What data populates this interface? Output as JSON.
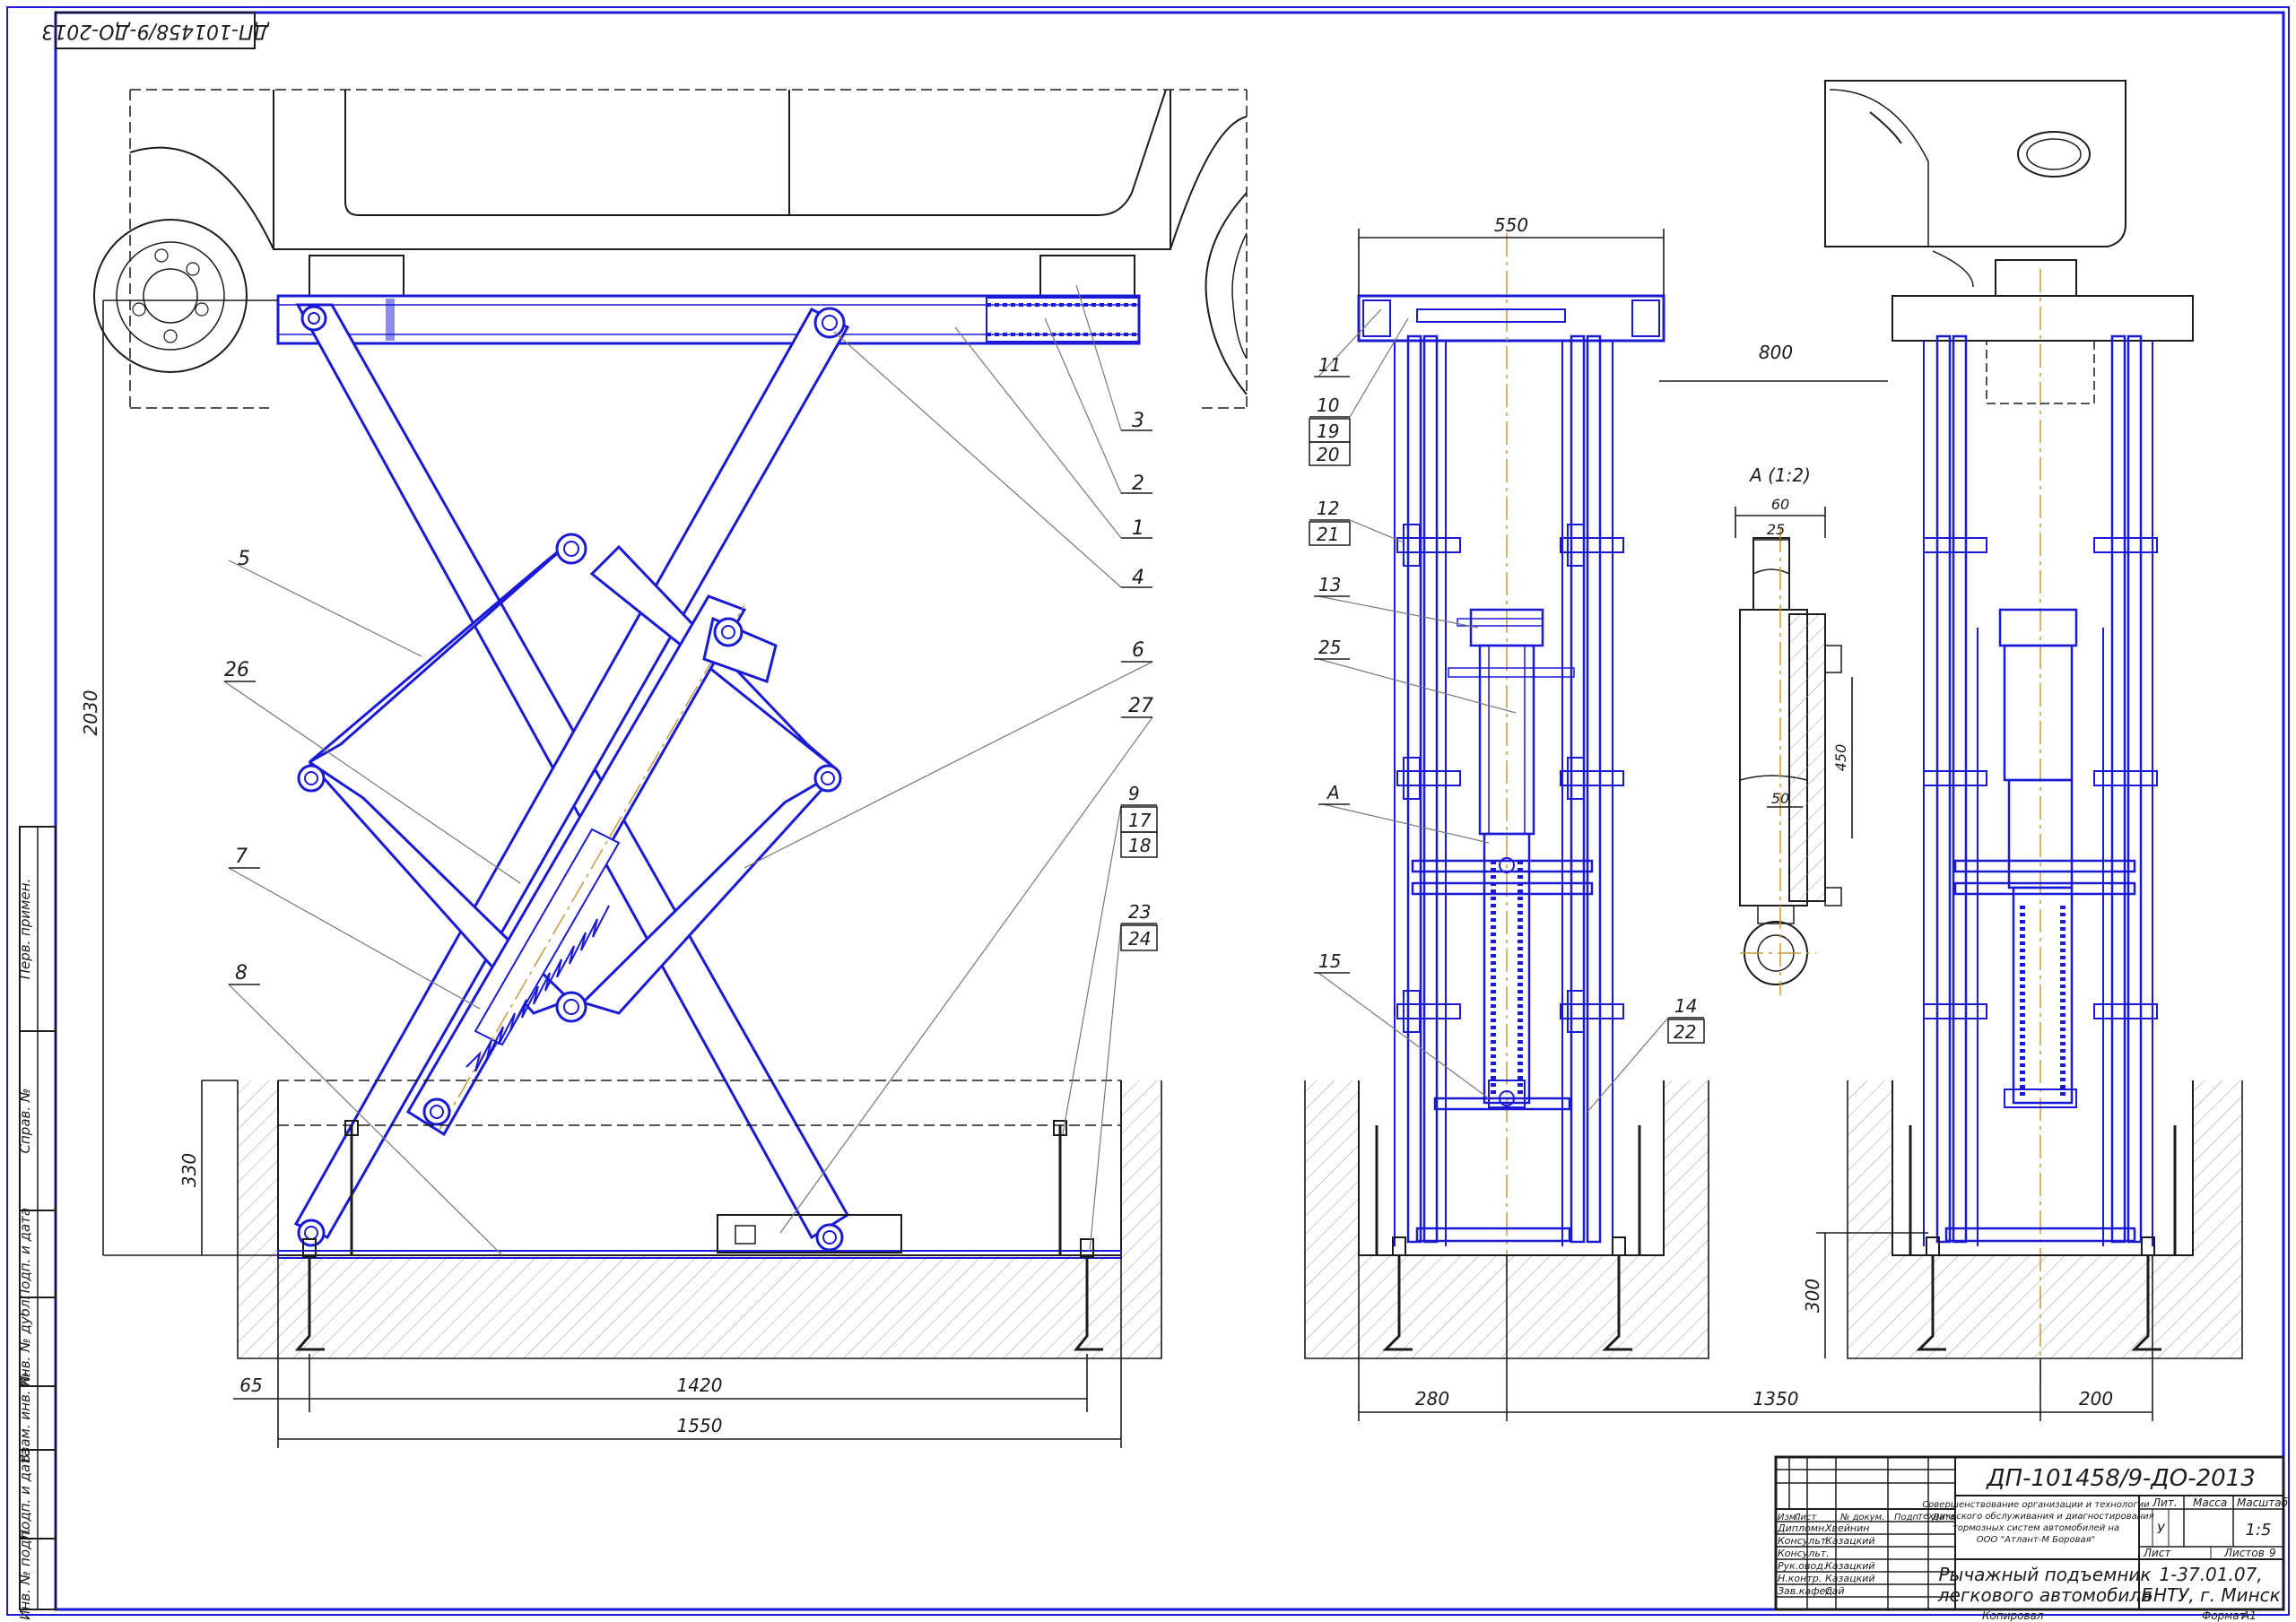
{
  "drawing_code": "ДП-101458/9-ДО-2013",
  "corner_code": "ДП-101458/9-ДО-2013",
  "title_block": {
    "header": [
      "Изм.",
      "Лист",
      "№ докум.",
      "Подп.",
      "Дата"
    ],
    "roles": [
      {
        "role": "Дипломн.",
        "name": "Хвейнин"
      },
      {
        "role": "Консульт.",
        "name": "Казацкий"
      },
      {
        "role": "Консульт.",
        "name": ""
      },
      {
        "role": "Рук.овод.",
        "name": "Казацкий"
      },
      {
        "role": "Н.контр.",
        "name": "Казацкий"
      },
      {
        "role": "Зав.кафед.",
        "name": "Сай"
      }
    ],
    "project_title_lines": [
      "Совершенствование организации и технологии",
      "технического обслуживания и диагностирования",
      "тормозных систем автомобилей на",
      "ООО \"Атлант-М Боровая\""
    ],
    "sheet_title_lines": [
      "Рычажный подъемник",
      "легкового автомобиля"
    ],
    "lit_label": "Лит.",
    "lit_value": "У",
    "mass_label": "Масса",
    "scale_label": "Масштаб",
    "scale_value": "1:5",
    "sheet_label": "Лист",
    "sheets_label": "Листов",
    "sheets_value": "9",
    "org_lines": [
      "1-37.01.07,",
      "БНТУ, г. Минск"
    ],
    "copied_label": "Копировал",
    "format_label": "Формат",
    "format_value": "А1"
  },
  "side_strip": {
    "labels": [
      "Перв. примен.",
      "Справ. №",
      "Подп. и дата",
      "Инв. № дубл.",
      "Взам. инв. №",
      "Подп. и дата",
      "Инв. № подл."
    ]
  },
  "front_view": {
    "callouts": [
      "3",
      "2",
      "1",
      "4",
      "5",
      "26",
      "6",
      "27",
      "7",
      "8",
      "9",
      "17",
      "18",
      "23",
      "24"
    ],
    "dimensions": {
      "height": "2030",
      "pit_depth": "330",
      "left_offset": "65",
      "anchor_span": "1420",
      "base_length": "1550"
    }
  },
  "end_view": {
    "callouts": [
      "11",
      "10",
      "19",
      "20",
      "12",
      "21",
      "13",
      "25",
      "A",
      "15",
      "14",
      "22"
    ],
    "dimensions": {
      "platform_width": "550",
      "gap": "800",
      "left_offset": "280",
      "center_span": "1350",
      "right_offset": "200",
      "anchor_depth": "300"
    }
  },
  "detail_view": {
    "title": "А (1:2)",
    "dimensions": {
      "width": "60",
      "offset": "25",
      "stroke": "450",
      "depth": "50"
    }
  }
}
